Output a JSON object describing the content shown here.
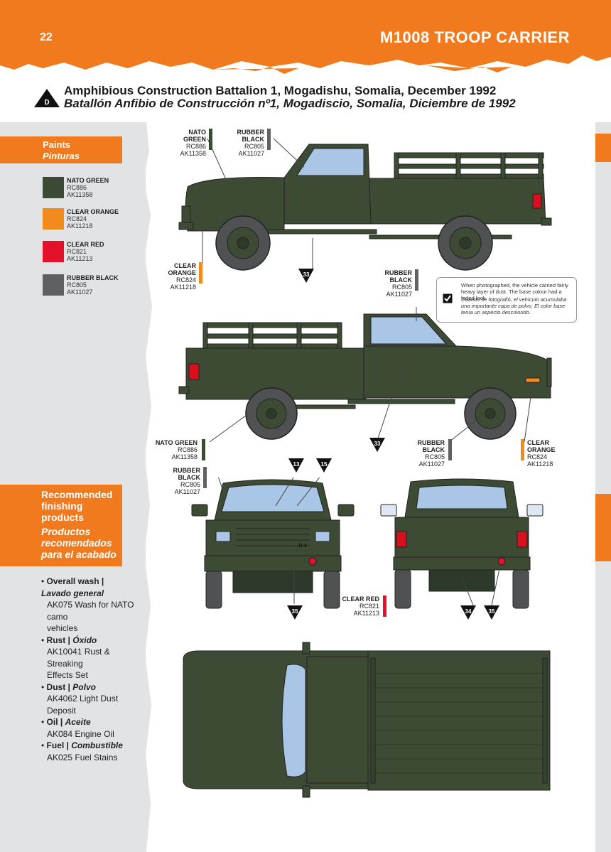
{
  "header": {
    "page_number": "22",
    "title": "M1008 TROOP CARRIER",
    "band_color": "#f07a1d"
  },
  "scheme": {
    "badge": "D",
    "title_en": "Amphibious Construction Battalion 1, Mogadishu, Somalia, December 1992",
    "title_es": "Batallón Anfibio de Construcción nº1, Mogadiscio, Somalia, Diciembre de 1992"
  },
  "paints": {
    "heading_en": "Paints",
    "heading_es": "Pinturas",
    "items": [
      {
        "name": "NATO GREEN",
        "code1": "RC886",
        "code2": "AK11358",
        "color": "#3b4a35"
      },
      {
        "name": "CLEAR ORANGE",
        "code1": "RC824",
        "code2": "AK11218",
        "color": "#f28a1e"
      },
      {
        "name": "CLEAR RED",
        "code1": "RC821",
        "code2": "AK11213",
        "color": "#e3122a"
      },
      {
        "name": "RUBBER BLACK",
        "code1": "RC805",
        "code2": "AK11027",
        "color": "#5f6062"
      }
    ]
  },
  "finishing": {
    "heading_en_1": "Recommended",
    "heading_en_2": "finishing",
    "heading_en_3": "products",
    "heading_es_1": "Productos",
    "heading_es_2": "recomendados",
    "heading_es_3": "para el acabado",
    "items": [
      {
        "cat": "Overall wash |",
        "cat_es": "Lavado general",
        "prod1": "AK075 Wash for NATO camo",
        "prod2": "vehicles"
      },
      {
        "cat": "Rust |",
        "cat_es": "Óxido",
        "prod1": "AK10041 Rust & Streaking",
        "prod2": "Effects Set"
      },
      {
        "cat": "Dust |",
        "cat_es": "Polvo",
        "prod1": "AK4062 Light Dust Deposit",
        "prod2": ""
      },
      {
        "cat": "Oil |",
        "cat_es": "Aceite",
        "prod1": "AK084 Engine Oil",
        "prod2": ""
      },
      {
        "cat": "Fuel |",
        "cat_es": "Combustible",
        "prod1": "AK025 Fuel Stains",
        "prod2": ""
      }
    ]
  },
  "callouts": {
    "nato_green": {
      "name": "NATO GREEN",
      "code1": "RC886",
      "code2": "AK11358"
    },
    "rubber_black": {
      "name": "RUBBER BLACK",
      "code1": "RC805",
      "code2": "AK11027"
    },
    "clear_orange": {
      "name": "CLEAR ORANGE",
      "code1": "RC824",
      "code2": "AK11218"
    },
    "clear_red": {
      "name": "CLEAR RED",
      "code1": "RC821",
      "code2": "AK11213"
    }
  },
  "markers": {
    "m33": "33",
    "m13": "13",
    "m15": "15",
    "m35": "35",
    "m34": "34"
  },
  "note": {
    "en": "When photographed, the vehicle carried fairly heavy layer of dust. The base colour had a faded look.",
    "es": "Cuando se fotografió, el vehículo acumulaba una importante capa de polvo. El color base tenía un aspecto descolorido."
  },
  "vehicle_markings": {
    "front_plate": "U 4"
  }
}
